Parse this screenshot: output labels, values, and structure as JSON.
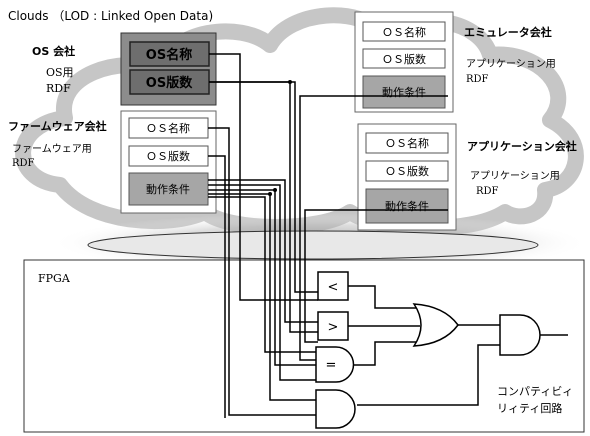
{
  "title": "Clouds （LOD : Linked Open Data)",
  "os_company": {
    "name": "OS 会社",
    "rdf_line1": "OS用",
    "rdf_line2": "RDF",
    "field_name": "OS名称",
    "field_version": "OS版数"
  },
  "firmware_company": {
    "name": "ファームウェア会社",
    "rdf_line1": "ファームウェア用",
    "rdf_line2": "RDF",
    "field_name": "ＯＳ名称",
    "field_version": "ＯＳ版数",
    "field_condition": "動作条件"
  },
  "emulator_company": {
    "name": "エミュレータ会社",
    "rdf_line1": "アプリケーション用",
    "rdf_line2": "RDF",
    "field_name": "ＯＳ名称",
    "field_version": "ＯＳ版数",
    "field_condition": "動作条件"
  },
  "application_company": {
    "name": "アプリケーション会社",
    "rdf_line1": "アプリケーション用",
    "rdf_line2": "RDF",
    "field_name": "ＯＳ名称",
    "field_version": "ＯＳ版数",
    "field_condition": "動作条件"
  },
  "fpga": {
    "label": "FPGA",
    "comparator_lt": "<",
    "comparator_gt": ">",
    "comparator_eq": "=",
    "result_line1": "コンパティビィ",
    "result_line2": "リィティ回路"
  },
  "colors": {
    "cloud_gray": "#c8c8c8",
    "os_box_fill": "#8c8c8c",
    "os_field_fill": "#6e6e6e",
    "condition_fill": "#a6a6a6"
  }
}
